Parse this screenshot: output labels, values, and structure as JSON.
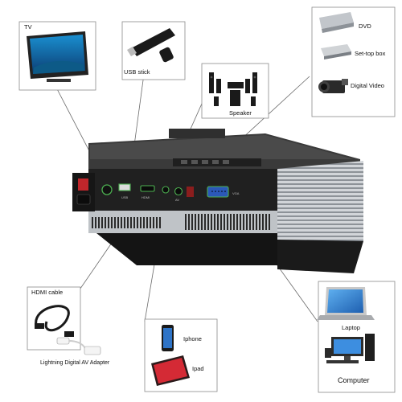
{
  "devices": {
    "tv": "TV",
    "usb_stick": "USB stick",
    "speaker": "Speaker",
    "dvd": "DVD",
    "set_top_box": "Set-top box",
    "digital_video": "Digital Video",
    "hdmi_cable": "HDMI cable",
    "lightning_adapter": "Lightning Digital AV Adapter",
    "iphone": "Iphone",
    "ipad": "Ipad",
    "laptop": "Laptop",
    "computer": "Computer"
  },
  "ports": {
    "usb": "USB",
    "hdmi": "HDMI",
    "av": "AV",
    "vga": "VGA"
  },
  "colors": {
    "connection_line": "#6a6a6a",
    "port_highlight": "#4caf50",
    "projector_body": "#2c2c2c",
    "grille": "#c9ccd0"
  }
}
